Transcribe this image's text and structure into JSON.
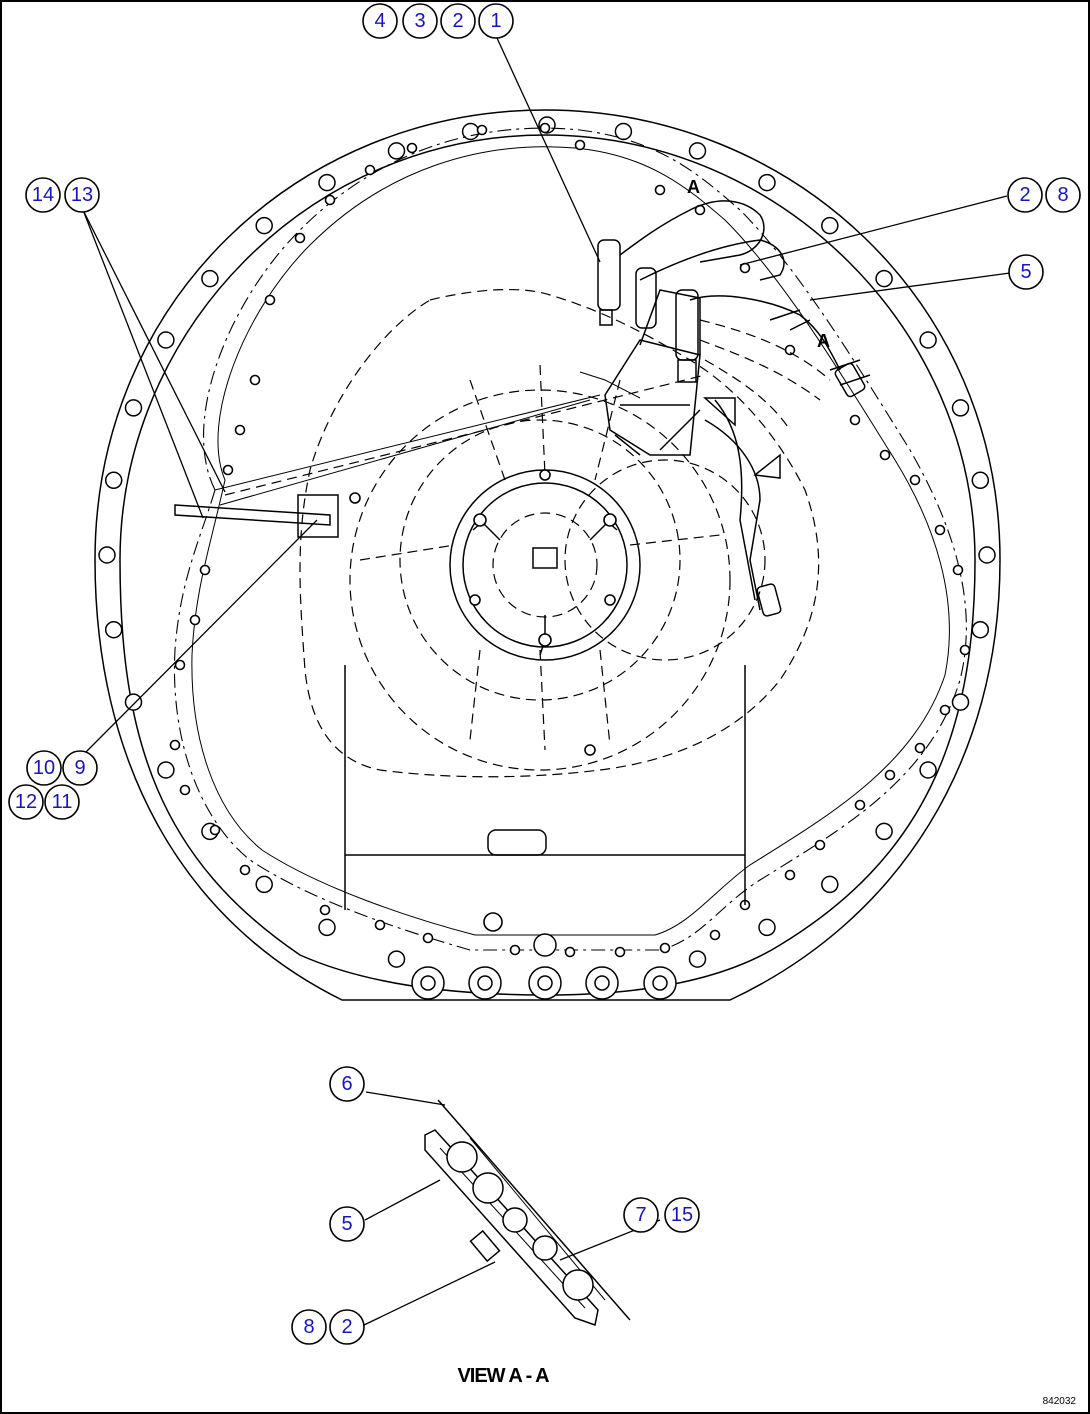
{
  "callouts": {
    "top_group": [
      "4",
      "3",
      "2",
      "1"
    ],
    "left_top_group": [
      "14",
      "13"
    ],
    "right_top_group": [
      "2",
      "8"
    ],
    "right_mid": "5",
    "left_mid_row1": [
      "10",
      "9"
    ],
    "left_mid_row2": [
      "12",
      "11"
    ],
    "view_6": "6",
    "view_5": "5",
    "view_7_15": [
      "7",
      "15"
    ],
    "view_8_2": [
      "8",
      "2"
    ]
  },
  "section_marker": {
    "letter_top": "A",
    "letter_right": "A"
  },
  "view_label": "VIEW A - A",
  "drawing_number": "842032"
}
